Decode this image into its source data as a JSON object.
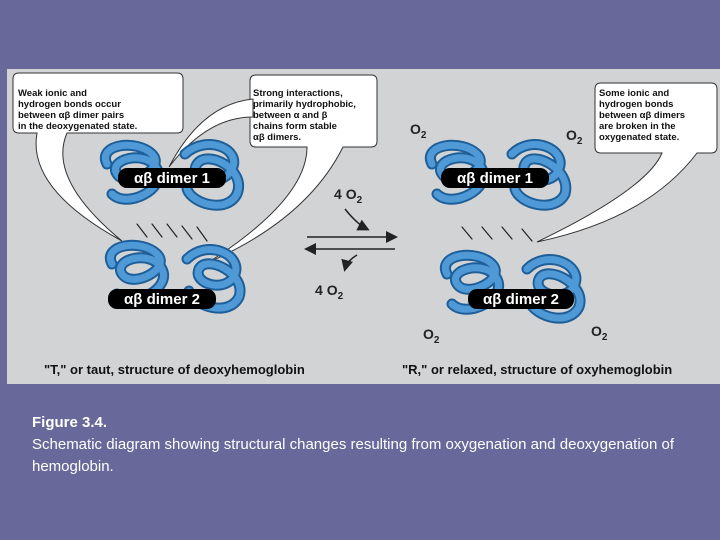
{
  "callouts": {
    "left": "Weak ionic and\nhydrogen bonds occur\nbetween αβ dimer pairs\nin the deoxygenated state.",
    "middle": "Strong interactions,\nprimarily hydrophobic,\nbetween α and β\nchains form stable\nαβ dimers.",
    "right": "Some ionic and\nhydrogen bonds\nbetween αβ dimers\nare broken in the\noxygenated state."
  },
  "dimers": {
    "left_top": "αβ dimer 1",
    "left_bottom": "αβ dimer 2",
    "right_top": "αβ dimer 1",
    "right_bottom": "αβ dimer 2"
  },
  "oxygen": {
    "formula": "O",
    "subscript": "2",
    "forward_coefficient": "4",
    "reverse_coefficient": "4"
  },
  "structures": {
    "deoxy": "\"T,\" or taut, structure of deoxyhemoglobin",
    "oxy": "\"R,\" or relaxed, structure of oxyhemoglobin"
  },
  "caption": {
    "title": "Figure 3.4.",
    "text": "Schematic diagram showing structural changes resulting from oxygenation and deoxygenation of hemoglobin."
  },
  "colors": {
    "slide_background": "#68689a",
    "panel_background": "#d2d3d5",
    "protein_ribbon": "#4f9ad6",
    "protein_outline": "#1e5f99",
    "callout_fill": "#ffffff",
    "label_background": "#000000"
  }
}
